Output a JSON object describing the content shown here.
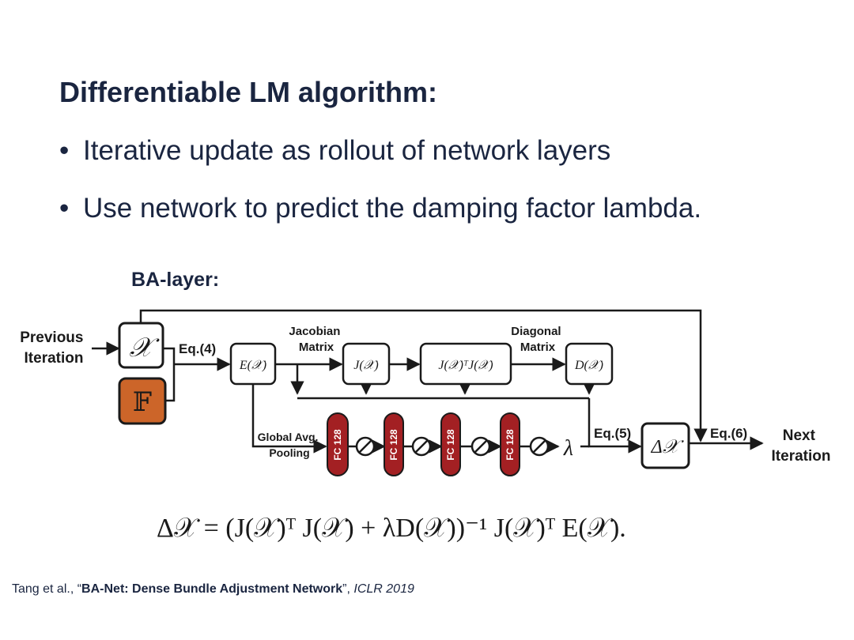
{
  "slide": {
    "title": "Differentiable LM algorithm:",
    "bullets": [
      "Iterative update as rollout of network layers",
      "Use network to predict the damping factor lambda."
    ],
    "ba_label": "BA-layer:"
  },
  "diagram": {
    "previous_line1": "Previous",
    "previous_line2": "Iteration",
    "x_symbol": "𝒳",
    "f_symbol": "𝔽",
    "eq4": "Eq.(4)",
    "jacobian_line1": "Jacobian",
    "jacobian_line2": "Matrix",
    "diagonal_line1": "Diagonal",
    "diagonal_line2": "Matrix",
    "ex_label": "E(𝒳)",
    "jx_label": "J(𝒳)",
    "jtj_label": "J(𝒳)ᵀJ(𝒳)",
    "dx_label": "D(𝒳)",
    "global_avg": "Global Avg.",
    "pooling": "Pooling",
    "fc_label": "FC 128",
    "lambda": "λ",
    "eq5": "Eq.(5)",
    "delta_x": "Δ𝒳",
    "eq6": "Eq.(6)",
    "next_line1": "Next",
    "next_line2": "Iteration",
    "colors": {
      "ink": "#1a1a1a",
      "f_fill": "#cc6529",
      "fc_fill": "#a32023"
    }
  },
  "equation": "Δ𝒳 = (J(𝒳)ᵀ J(𝒳) + λD(𝒳))⁻¹ J(𝒳)ᵀ E(𝒳).",
  "citation": {
    "authors": "Tang et al., “",
    "paper": "BA-Net: Dense Bundle Adjustment Network",
    "sep": "”, ",
    "venue": "ICLR 2019"
  }
}
